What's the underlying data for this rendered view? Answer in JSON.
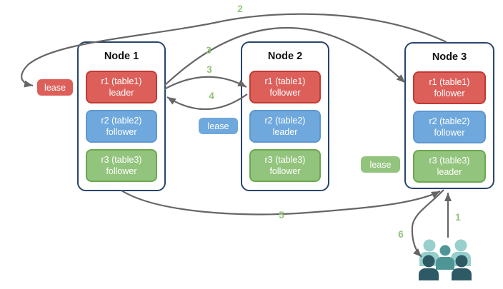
{
  "colors": {
    "red-fill": "#DD5F5A",
    "red-border": "#C13A33",
    "blue-fill": "#6FA8DC",
    "blue-border": "#5E97D0",
    "green-fill": "#93C47D",
    "green-border": "#6AA84F",
    "node-border": "#28456C",
    "arrow-gray": "#666666",
    "step-green": "#93C47D",
    "teal-light": "#96CFCB",
    "teal-mid": "#4E9696",
    "teal-dark": "#2E5A66"
  },
  "nodes": [
    {
      "title": "Node 1",
      "replicas": [
        {
          "line1": "r1 (table1)",
          "line2": "leader",
          "color": "red"
        },
        {
          "line1": "r2 (table2)",
          "line2": "follower",
          "color": "blue"
        },
        {
          "line1": "r3 (table3)",
          "line2": "follower",
          "color": "green"
        }
      ]
    },
    {
      "title": "Node 2",
      "replicas": [
        {
          "line1": "r1 (table1)",
          "line2": "follower",
          "color": "red"
        },
        {
          "line1": "r2 (table2)",
          "line2": "leader",
          "color": "blue"
        },
        {
          "line1": "r3 (table3)",
          "line2": "follower",
          "color": "green"
        }
      ]
    },
    {
      "title": "Node 3",
      "replicas": [
        {
          "line1": "r1 (table1)",
          "line2": "follower",
          "color": "red"
        },
        {
          "line1": "r2 (table2)",
          "line2": "follower",
          "color": "blue"
        },
        {
          "line1": "r3 (table3)",
          "line2": "leader",
          "color": "green"
        }
      ]
    }
  ],
  "leases": [
    {
      "label": "lease",
      "color": "red"
    },
    {
      "label": "lease",
      "color": "blue"
    },
    {
      "label": "lease",
      "color": "green"
    }
  ],
  "steps": {
    "s1": "1",
    "s2": "2",
    "s3a": "3",
    "s3b": "3",
    "s4": "4",
    "s5": "5",
    "s6": "6"
  },
  "icons": {
    "users": "people-group"
  }
}
